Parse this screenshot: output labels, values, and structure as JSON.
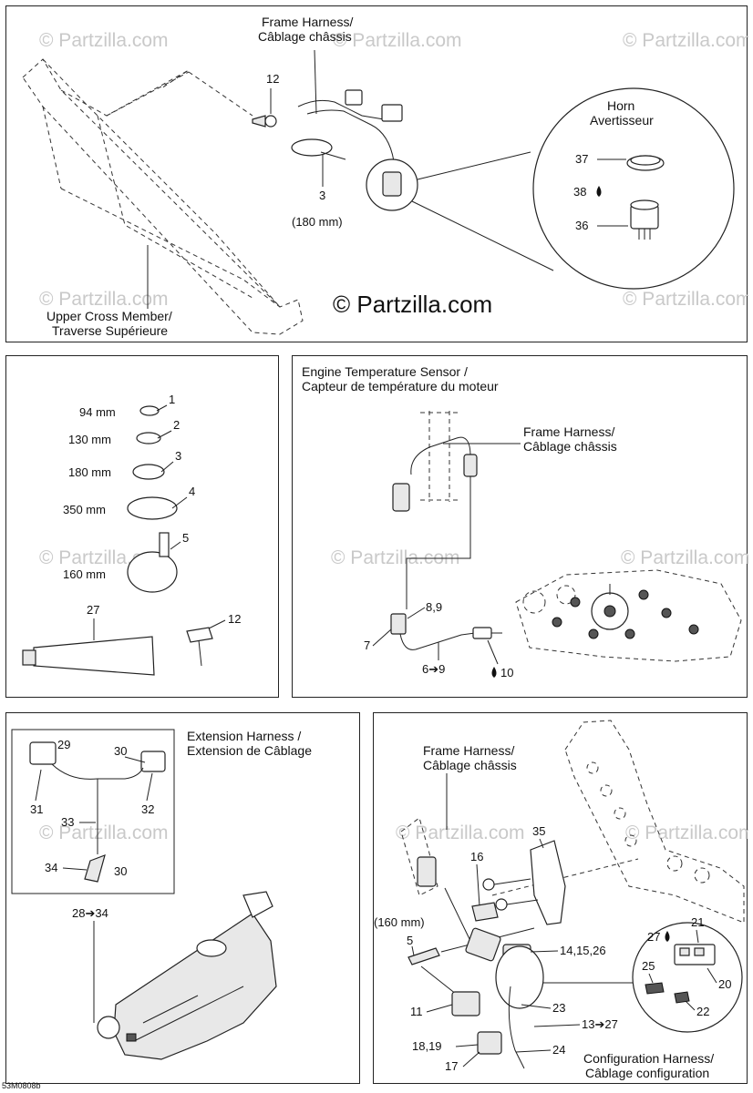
{
  "watermark": "© Partzilla.com",
  "copyright": "© Partzilla.com",
  "drawing_ref": "53M0808b",
  "panel_top": {
    "frame_harness": [
      "Frame Harness/",
      "Câblage châssis"
    ],
    "horn": [
      "Horn",
      "Avertisseur"
    ],
    "upper_cross_member": [
      "Upper Cross Member/",
      "Traverse Supérieure"
    ],
    "callouts": {
      "c12": "12",
      "c3": "3",
      "c3_len": "(180 mm)",
      "c37": "37",
      "c38": "38",
      "c36": "36"
    }
  },
  "panel_ties": {
    "ties": [
      {
        "len": "94 mm",
        "num": "1"
      },
      {
        "len": "130 mm",
        "num": "2"
      },
      {
        "len": "180 mm",
        "num": "3"
      },
      {
        "len": "350 mm",
        "num": "4"
      },
      {
        "len": "160 mm",
        "num": "5"
      }
    ],
    "c27": "27",
    "c12": "12"
  },
  "panel_engine": {
    "title": [
      "Engine Temperature Sensor /",
      "Capteur de température du moteur"
    ],
    "frame_harness": [
      "Frame Harness/",
      "Câblage châssis"
    ],
    "callouts": {
      "c89": "8,9",
      "c7": "7",
      "c69": "6➔9",
      "c10": "10"
    }
  },
  "panel_extension": {
    "title": [
      "Extension Harness /",
      "Extension de Câblage"
    ],
    "callouts": {
      "c29": "29",
      "c30a": "30",
      "c31": "31",
      "c32": "32",
      "c33": "33",
      "c34": "34",
      "c30b": "30",
      "c2834": "28➔34"
    }
  },
  "panel_config": {
    "frame_harness": [
      "Frame Harness/",
      "Câblage châssis"
    ],
    "config_harness": [
      "Configuration Harness/",
      "Câblage configuration"
    ],
    "callouts": {
      "c35": "35",
      "c16": "16",
      "c160": "(160 mm)",
      "c5": "5",
      "c141526": "14,15,26",
      "c21": "21",
      "c27": "27",
      "c25": "25",
      "c20": "20",
      "c22": "22",
      "c11": "11",
      "c23": "23",
      "c1327": "13➔27",
      "c1819": "18,19",
      "c24": "24",
      "c17": "17"
    }
  }
}
